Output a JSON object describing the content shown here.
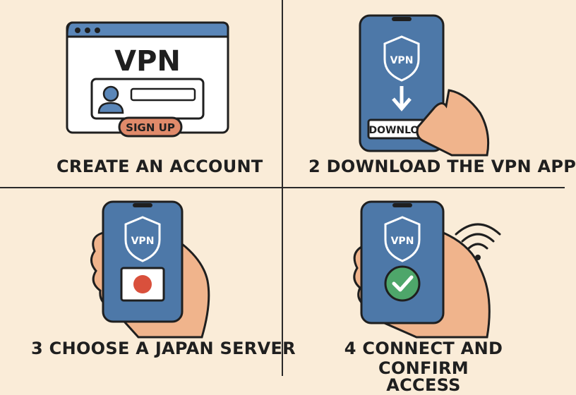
{
  "colors": {
    "background": "#faecd8",
    "outline": "#1f1f1f",
    "phone_blue": "#4d78a8",
    "browser_bar": "#5a86b8",
    "skin": "#f0b48c",
    "signup": "#e08a6a",
    "dot_red": "#d9503c",
    "check_green": "#4ea66a"
  },
  "steps": [
    {
      "caption": "CREATE AN ACCOUNT",
      "window_title": "VPN",
      "button_label": "SIGN UP",
      "icons": [
        "browser-window-icon",
        "user-avatar-icon"
      ]
    },
    {
      "caption": "2  DOWNLOAD THE VPN APP",
      "app_label": "VPN",
      "button_label": "DOWNLOAD",
      "icons": [
        "phone-icon",
        "shield-icon",
        "download-arrow-icon",
        "hand-icon"
      ]
    },
    {
      "caption": "3  CHOOSE A JAPAN SERVER",
      "app_label": "VPN",
      "icons": [
        "phone-icon",
        "shield-icon",
        "japan-flag-icon",
        "hand-icon"
      ]
    },
    {
      "caption_line1": "4  CONNECT AND CONFIRM",
      "caption_line2": "ACCESS",
      "app_label": "VPN",
      "icons": [
        "phone-icon",
        "shield-icon",
        "checkmark-icon",
        "wifi-icon",
        "hand-icon"
      ]
    }
  ]
}
